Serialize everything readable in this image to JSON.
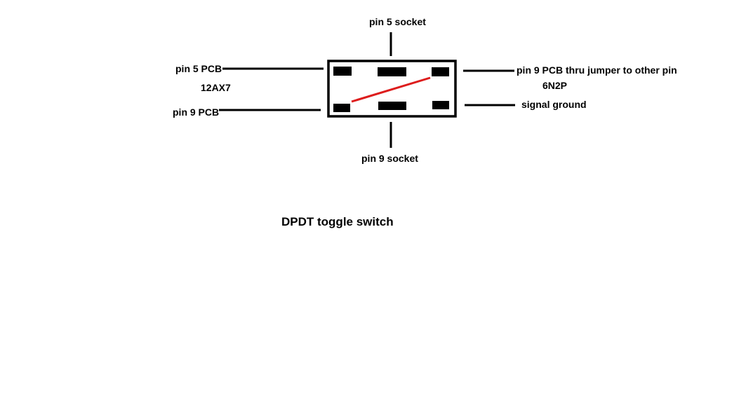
{
  "diagram": {
    "caption": "DPDT toggle switch",
    "colors": {
      "line": "#000000",
      "lug": "#000000",
      "throw": "#dd1c1c",
      "background": "#ffffff"
    },
    "labels": {
      "top_socket": "pin 5 socket",
      "bottom_socket": "pin 9 socket",
      "left_top": "pin 5 PCB",
      "left_tube": "12AX7",
      "left_bottom": "pin 9 PCB",
      "right_top": "pin 9 PCB thru jumper to other pin",
      "right_tube": "6N2P",
      "right_bottom": "signal ground"
    }
  }
}
